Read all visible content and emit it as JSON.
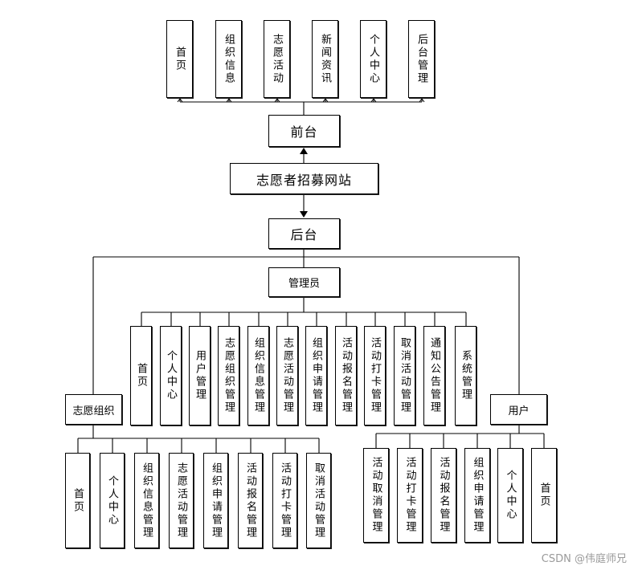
{
  "root": "志愿者招募网站",
  "frontend": {
    "label": "前台",
    "modules": [
      "首页",
      "组织信息",
      "志愿活动",
      "新闻资讯",
      "个人中心",
      "后台管理"
    ]
  },
  "backend": {
    "label": "后台",
    "admin": {
      "label": "管理员",
      "modules": [
        "首页",
        "个人中心",
        "用户管理",
        "志愿组织管理",
        "组织信息管理",
        "志愿活动管理",
        "组织申请管理",
        "活动报名管理",
        "活动打卡管理",
        "取消活动管理",
        "通知公告管理",
        "系统管理"
      ]
    },
    "org": {
      "label": "志愿组织",
      "modules": [
        "首页",
        "个人中心",
        "组织信息管理",
        "志愿活动管理",
        "组织申请管理",
        "活动报名管理",
        "活动打卡管理",
        "取消活动管理"
      ]
    },
    "user": {
      "label": "用户",
      "modules": [
        "活动取消管理",
        "活动打卡管理",
        "活动报名管理",
        "组织申请管理",
        "个人中心",
        "首页"
      ]
    }
  },
  "watermark": "CSDN @伟庭师兄"
}
